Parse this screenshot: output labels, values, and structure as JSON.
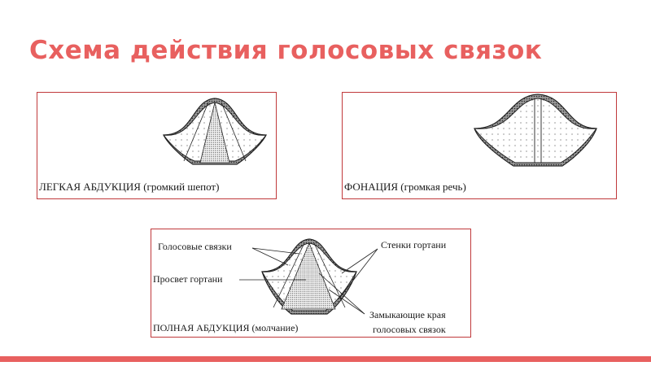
{
  "title": "Схема действия голосовых связок",
  "colors": {
    "accent": "#e8605f",
    "frame": "#c0393b",
    "ink": "#1a1a1a"
  },
  "panels": [
    {
      "caption": "ЛЕГКАЯ АБДУКЦИЯ (громкий шепот)"
    },
    {
      "caption": "ФОНАЦИЯ (громкая речь)"
    },
    {
      "caption": "ПОЛНАЯ АБДУКЦИЯ (молчание)",
      "labels": {
        "vocal_folds": "Голосовые связки",
        "glottis": "Просвет гортани",
        "larynx_walls": "Стенки гортани",
        "closing_edges_line1": "Замыкающие края",
        "closing_edges_line2": "голосовых связок"
      }
    }
  ]
}
